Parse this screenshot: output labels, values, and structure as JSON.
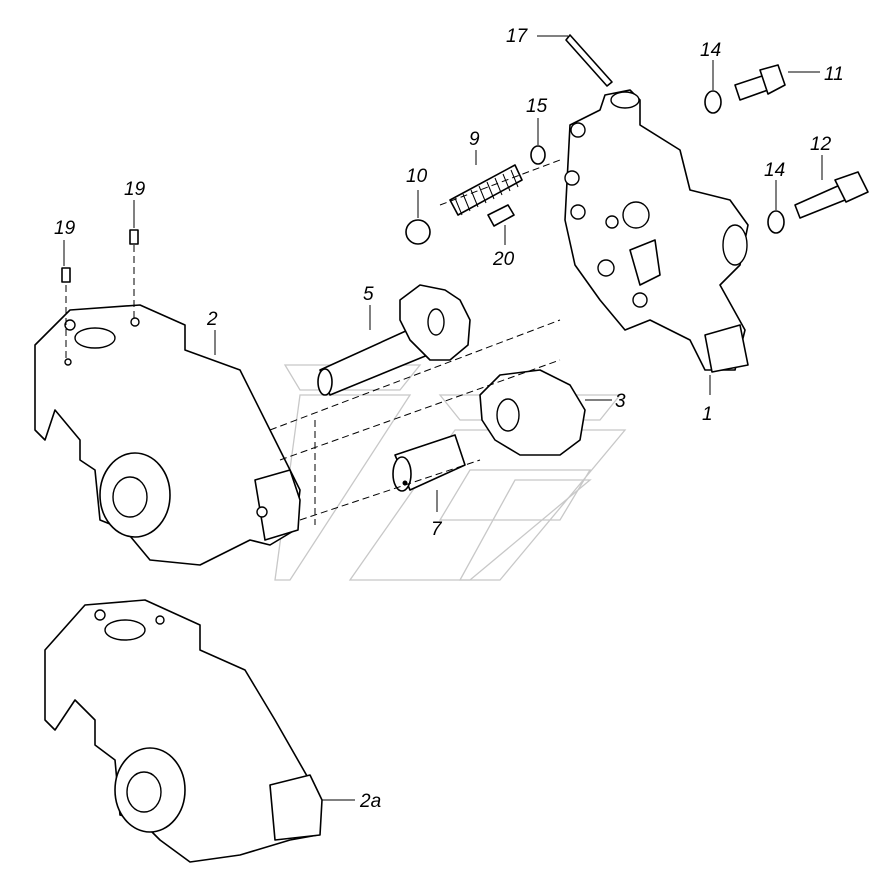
{
  "diagram": {
    "type": "exploded-parts-view",
    "callouts": [
      {
        "id": "17",
        "text": "17"
      },
      {
        "id": "14a",
        "text": "14"
      },
      {
        "id": "11",
        "text": "11"
      },
      {
        "id": "15",
        "text": "15"
      },
      {
        "id": "9",
        "text": "9"
      },
      {
        "id": "12",
        "text": "12"
      },
      {
        "id": "10",
        "text": "10"
      },
      {
        "id": "14b",
        "text": "14"
      },
      {
        "id": "19a",
        "text": "19"
      },
      {
        "id": "19b",
        "text": "19"
      },
      {
        "id": "20",
        "text": "20"
      },
      {
        "id": "5",
        "text": "5"
      },
      {
        "id": "2",
        "text": "2"
      },
      {
        "id": "3",
        "text": "3"
      },
      {
        "id": "1",
        "text": "1"
      },
      {
        "id": "7",
        "text": "7"
      },
      {
        "id": "2a",
        "text": "2a"
      }
    ]
  }
}
